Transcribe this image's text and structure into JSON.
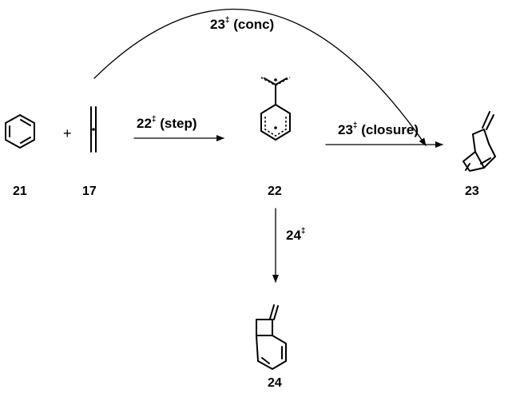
{
  "compounds": {
    "c21": "21",
    "c17": "17",
    "c22": "22",
    "c23": "23",
    "c24": "24"
  },
  "operators": {
    "plus": "+"
  },
  "arrows": {
    "concerted": {
      "ts": "23",
      "mark": "‡",
      "suffix": " (conc)"
    },
    "stepwise": {
      "ts": "22",
      "mark": "‡",
      "suffix": " (step)"
    },
    "closure": {
      "ts": "23",
      "mark": "‡",
      "suffix": " (closure)"
    },
    "down": {
      "ts": "24",
      "mark": "‡",
      "suffix": ""
    }
  }
}
